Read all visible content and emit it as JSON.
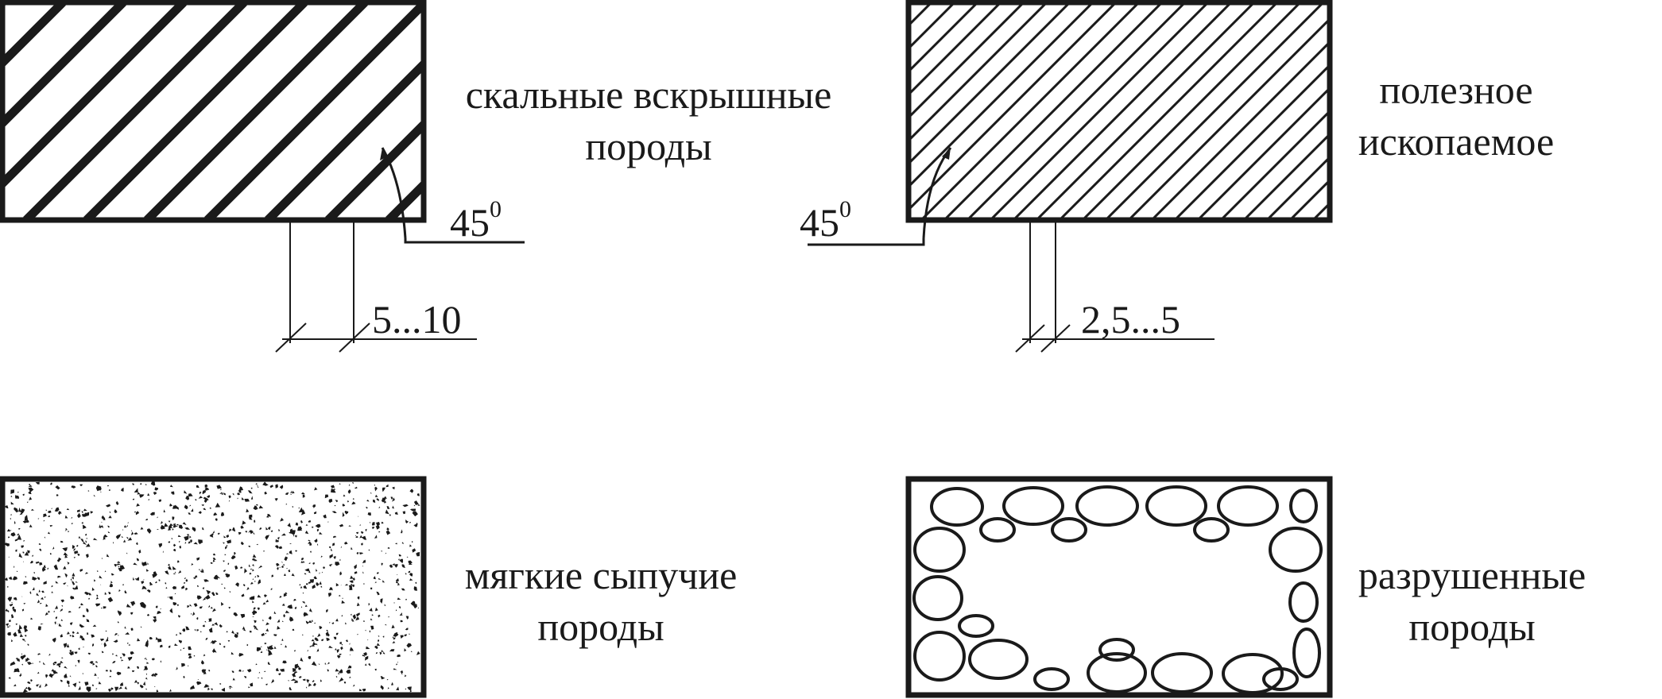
{
  "legend": {
    "rock_overburden": {
      "label_line1": "скальные вскрышные",
      "label_line2": "породы",
      "angle_value": "45",
      "angle_degree_mark": "0",
      "spacing": "5...10"
    },
    "mineral": {
      "label_line1": "полезное",
      "label_line2": "ископаемое",
      "angle_value": "45",
      "angle_degree_mark": "0",
      "spacing": "2,5...5"
    },
    "soft_loose": {
      "label_line1": "мягкие сыпучие",
      "label_line2": "породы"
    },
    "broken": {
      "label_line1": "разрушенные",
      "label_line2": "породы"
    }
  },
  "colors": {
    "ink": "#1a1a1a",
    "background": "#ffffff"
  }
}
